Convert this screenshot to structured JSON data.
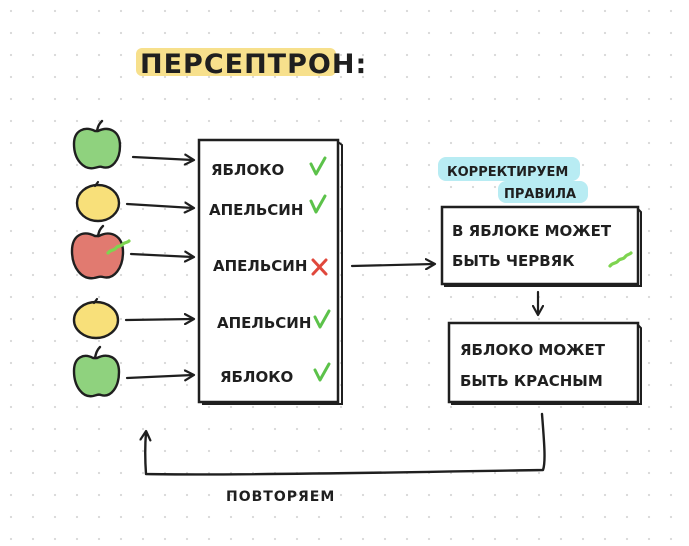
{
  "title": "ПЕРСЕПТРОН:",
  "predictions": [
    {
      "label": "ЯБЛОКО",
      "correct": true
    },
    {
      "label": "АПЕЛЬСИН",
      "correct": true
    },
    {
      "label": "АПЕЛЬСИН",
      "correct": false
    },
    {
      "label": "АПЕЛЬСИН",
      "correct": true
    },
    {
      "label": "ЯБЛОКО",
      "correct": true
    }
  ],
  "fruits": [
    {
      "kind": "green-apple"
    },
    {
      "kind": "orange"
    },
    {
      "kind": "red-apple-with-worm"
    },
    {
      "kind": "orange"
    },
    {
      "kind": "green-apple"
    }
  ],
  "correction": {
    "heading_line1": "КОРРЕКТИРУЕМ",
    "heading_line2": "ПРАВИЛА",
    "rule1_line1": "В ЯБЛОКЕ МОЖЕТ",
    "rule1_line2": "БЫТЬ ЧЕРВЯК",
    "rule2_line1": "ЯБЛОКО МОЖЕТ",
    "rule2_line2": "БЫТЬ КРАСНЫМ"
  },
  "loop_label": "ПОВТОРЯЕМ",
  "colors": {
    "title_highlight": "#f7e08c",
    "heading_highlight": "#b8ecf3",
    "green_apple": "#8fd27e",
    "orange": "#f8e07a",
    "red_apple": "#e17a70",
    "check": "#5cc24a",
    "cross": "#e0483c",
    "worm": "#7ed450",
    "ink": "#1f1f1f"
  }
}
